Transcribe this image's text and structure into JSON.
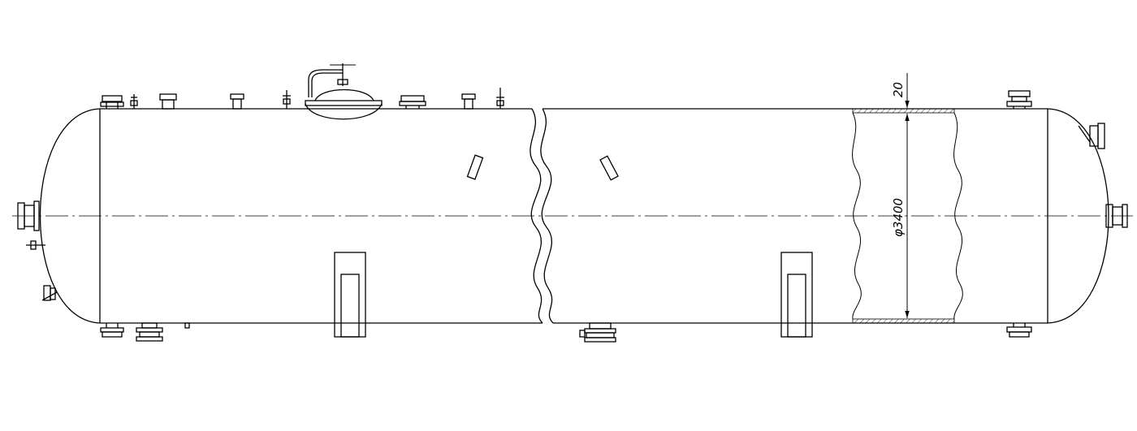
{
  "drawing": {
    "line_color": "#000000",
    "background": "#ffffff",
    "centerline_style": "dash-dot",
    "break_lines": "wavy",
    "shell_section_hatch": "diagonal"
  },
  "dimensions": {
    "wall_thickness": "20",
    "diameter": "φ3400"
  }
}
